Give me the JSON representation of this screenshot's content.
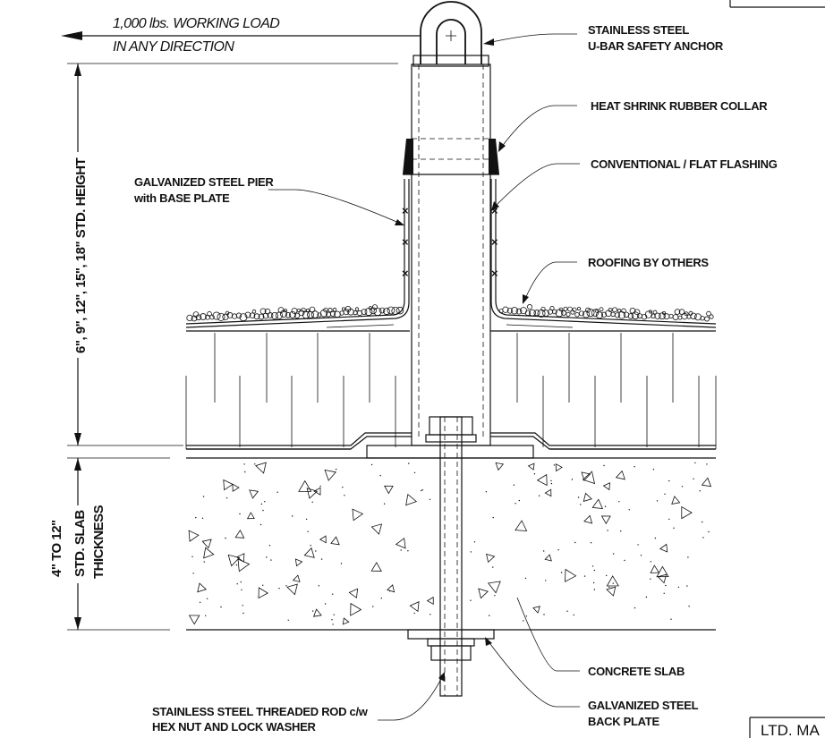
{
  "load_note": {
    "line1": "1,000 lbs. WORKING LOAD",
    "line2": "IN ANY DIRECTION"
  },
  "labels": {
    "anchor_line1": "STAINLESS STEEL",
    "anchor_line2": "U-BAR SAFETY ANCHOR",
    "collar": "HEAT SHRINK RUBBER COLLAR",
    "flashing": "CONVENTIONAL / FLAT FLASHING",
    "pier_line1": "GALVANIZED STEEL PIER",
    "pier_line2": "with BASE PLATE",
    "roofing": "ROOFING BY OTHERS",
    "concrete": "CONCRETE SLAB",
    "backplate_line1": "GALVANIZED STEEL",
    "backplate_line2": "BACK PLATE",
    "rod_line1": "STAINLESS STEEL THREADED ROD c/w",
    "rod_line2": "HEX NUT AND LOCK WASHER"
  },
  "dimensions": {
    "height": "6\", 9\", 12\", 15\", 18\" STD. HEIGHT",
    "slab_line1": "4\" TO 12\"",
    "slab_line2": "STD. SLAB",
    "slab_line3": "THICKNESS"
  },
  "title_block": {
    "text": "LTD. MA"
  }
}
